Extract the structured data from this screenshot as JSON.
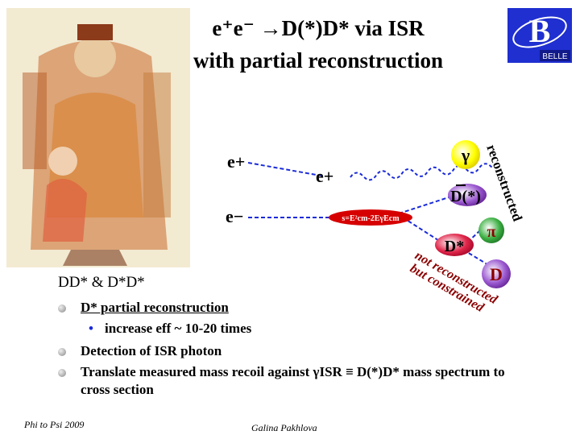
{
  "title_line1": "e⁺e⁻ →D(*)D*  via ISR",
  "title_line2": "with partial reconstruction",
  "logo_text": "BELLE",
  "diagram": {
    "e_plus_left": "e+",
    "e_minus_left": "e−",
    "e_plus_mid": "e+",
    "s_formula": "s=E²cm-2EγEcm",
    "gamma": "γ",
    "reconstructed": "reconstructed",
    "dbar": "D(*)",
    "pi": "π",
    "dstar": "D*",
    "d": "D",
    "not_reconstructed": "not reconstructed",
    "but_constrained": "but constrained"
  },
  "subtitle": "DD* & D*D*",
  "bullets": [
    {
      "text": "D* partial  reconstruction"
    },
    {
      "text": "increase eff  ~ 10-20 times"
    },
    {
      "text": "Detection of ISR photon"
    },
    {
      "text": "Translate measured mass recoil against γISR ≡ D(*)D*  mass spectrum to"
    },
    {
      "text": "cross section"
    }
  ],
  "footer_left": "Phi to Psi 2009",
  "footer_center": "Galina Pakhlova",
  "colors": {
    "red": "#d60000",
    "dark_red": "#8b0000",
    "blue": "#1a2bd8",
    "yellow": "#ffff00",
    "purple": "#6a1b9a",
    "green": "#3cb043"
  }
}
